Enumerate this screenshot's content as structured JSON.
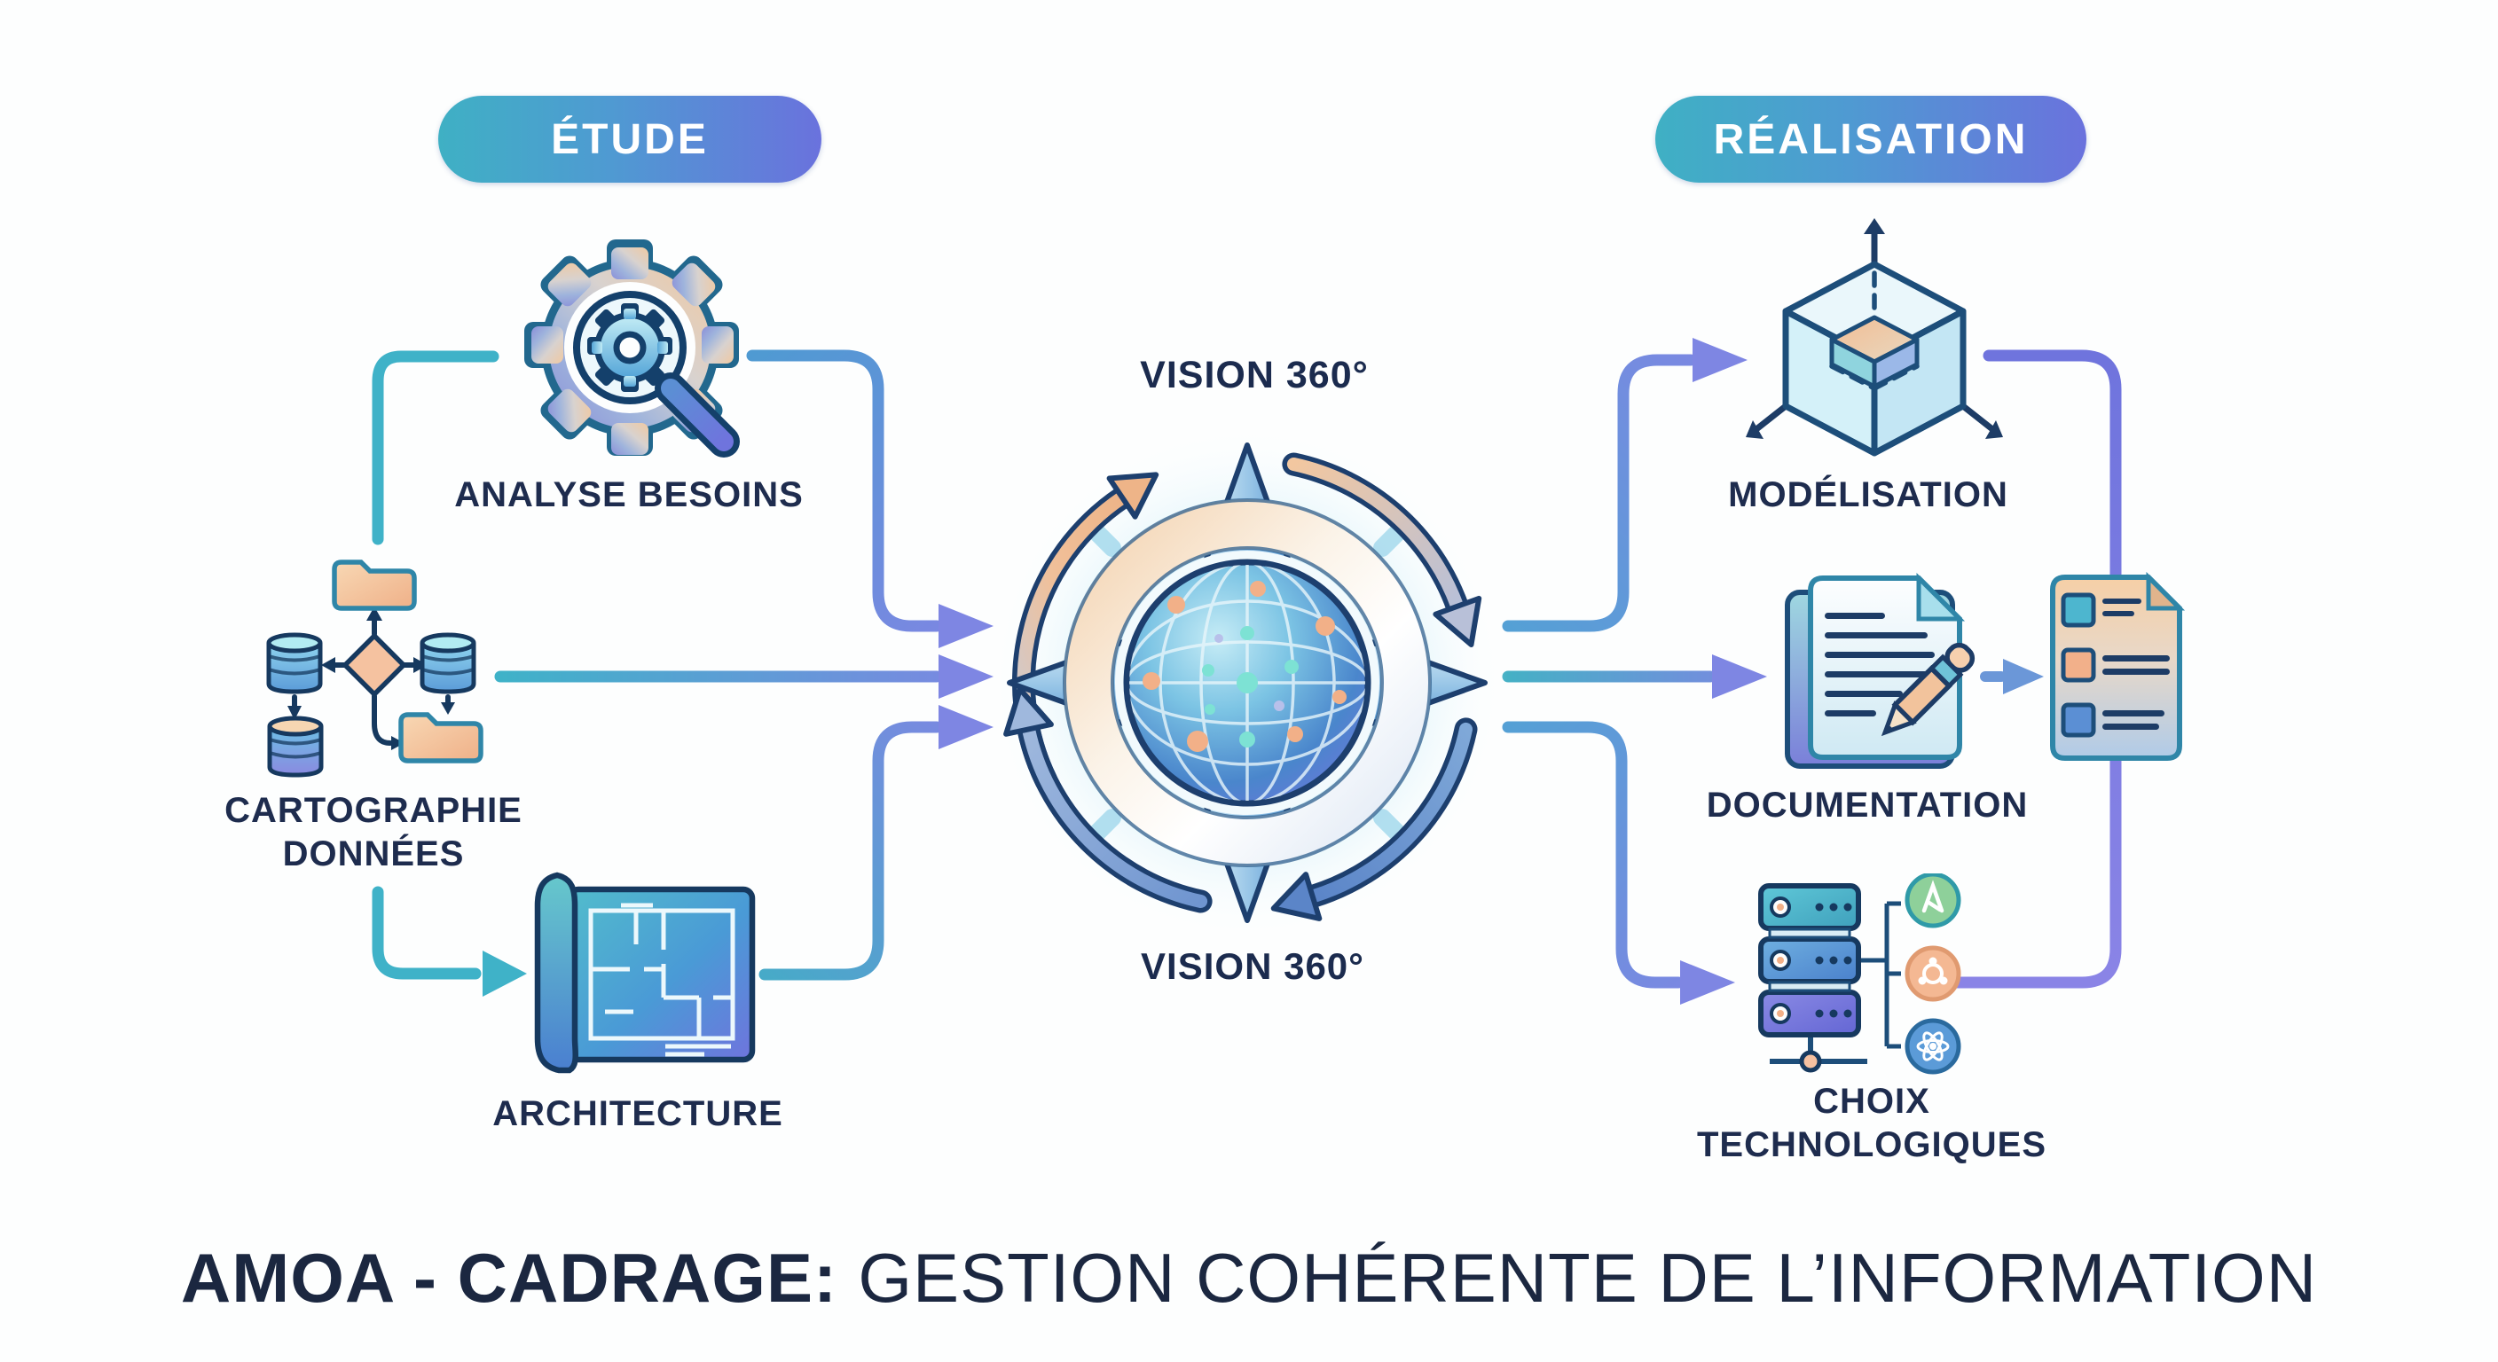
{
  "pills": {
    "etude": "ÉTUDE",
    "realisation": "RÉALISATION"
  },
  "nodes": {
    "analyse_besoins": {
      "label": "ANALYSE BESOINS",
      "icon": "gear-magnifier-icon"
    },
    "cartographie": {
      "line1": "CARTOGRAPHIE",
      "line2": "DONNÉES",
      "icon": "data-map-icon"
    },
    "architecture": {
      "label": "ARCHITECTURE",
      "icon": "blueprint-icon"
    },
    "vision_top": {
      "label": "VISION 360°"
    },
    "vision_bottom": {
      "label": "VISION 360°"
    },
    "center": {
      "icon": "compass-globe-icon"
    },
    "modelisation": {
      "label": "MODÉLISATION",
      "icon": "cube-3d-icon"
    },
    "documentation": {
      "label": "DOCUMENTATION",
      "icon": "document-pencil-icon",
      "secondary_icon": "checklist-document-icon"
    },
    "choix": {
      "line1": "CHOIX",
      "line2": "TECHNOLOGIQUES",
      "icon": "server-stack-icon"
    }
  },
  "footer": {
    "bold": "AMOA - CADRAGE:",
    "regular": "GESTION COHÉRENTE DE L’INFORMATION"
  },
  "colors": {
    "teal": "#3fb2c8",
    "periwinkle": "#7e86e3",
    "steel_blue": "#5590d5",
    "navy_outline": "#16395f",
    "label_navy": "#1e2c4e",
    "title_navy": "#1b2740",
    "peach": "#f2b88e",
    "pill_gradient_start": "#3fb0c4",
    "pill_gradient_end": "#6a72dd"
  }
}
